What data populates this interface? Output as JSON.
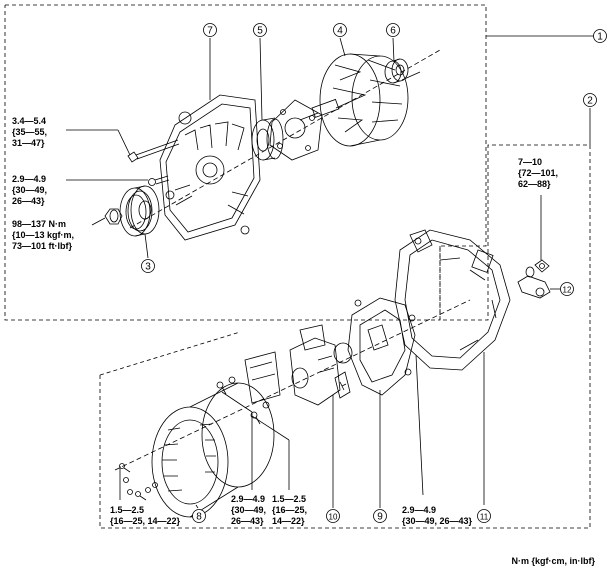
{
  "callouts": {
    "c1": "1",
    "c2": "2",
    "c3": "3",
    "c4": "4",
    "c5": "5",
    "c6": "6",
    "c7": "7",
    "c8": "8",
    "c9": "9",
    "c10": "10",
    "c11": "11",
    "c12": "12"
  },
  "torque_specs": {
    "t1": [
      "3.4—5.4",
      "{35—55,",
      "31—47}"
    ],
    "t2": [
      "2.9—4.9",
      "{30—49,",
      "26—43}"
    ],
    "t3": [
      "98—137 N·m",
      "{10—13 kgf·m,",
      "73—101 ft·lbf}"
    ],
    "t4": [
      "7—10",
      "{72—101,",
      "62—88}"
    ],
    "t5": [
      "1.5—2.5",
      "{16—25, 14—22}"
    ],
    "t6": [
      "2.9—4.9",
      "{30—49,",
      "26—43}"
    ],
    "t7": [
      "1.5—2.5",
      "{16—25,",
      "14—22}"
    ],
    "t8": [
      "2.9—4.9",
      "{30—49, 26—43}"
    ]
  },
  "units_note": "N·m {kgf·cm, in·lbf}"
}
